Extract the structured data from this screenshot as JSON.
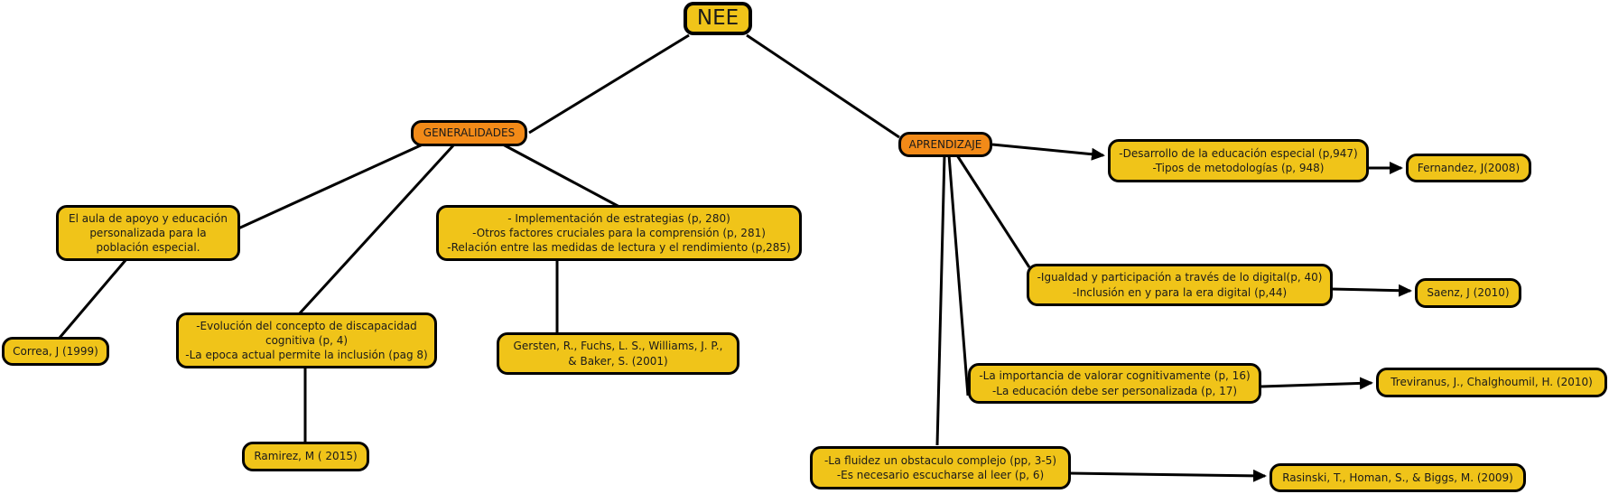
{
  "colors": {
    "node_fill_yellow": "#F0C419",
    "node_fill_orange": "#F28A18",
    "connector": "#000000",
    "background": "#FFFFFF"
  },
  "nodes": {
    "nee": {
      "label": "NEE",
      "type": "root"
    },
    "generalidades": {
      "label": "GENERALIDADES",
      "type": "topic"
    },
    "aprendizaje": {
      "label": "APRENDIZAJE",
      "type": "topic"
    },
    "aula": {
      "label": "El aula de apoyo y educación\npersonalizada para la\npoblación especial.",
      "type": "concept"
    },
    "correa": {
      "label": "Correa, J (1999)",
      "type": "reference"
    },
    "evolucion": {
      "label": "-Evolución del concepto de discapacidad\ncognitiva (p, 4)\n-La epoca actual permite la inclusión (pag 8)",
      "type": "concept"
    },
    "ramirez": {
      "label": "Ramirez, M ( 2015)",
      "type": "reference"
    },
    "implementacion": {
      "label": "- Implementación de estrategias (p, 280)\n-Otros factores cruciales para la comprensión (p, 281)\n-Relación entre las medidas de lectura y el rendimiento (p,285)",
      "type": "concept"
    },
    "gersten": {
      "label": "Gersten, R., Fuchs, L. S., Williams, J. P.,\n& Baker, S. (2001)",
      "type": "reference"
    },
    "desarrollo": {
      "label": "-Desarrollo de la educación especial (p,947)\n-Tipos de metodologías (p, 948)",
      "type": "concept"
    },
    "fernandez": {
      "label": "Fernandez, J(2008)",
      "type": "reference"
    },
    "igualdad": {
      "label": "-Igualdad y participación a través de lo digital(p, 40)\n-Inclusión en y para la era digital (p,44)",
      "type": "concept"
    },
    "saenz": {
      "label": "Saenz, J (2010)",
      "type": "reference"
    },
    "importancia": {
      "label": "-La importancia de valorar cognitivamente (p, 16)\n-La educación debe ser personalizada (p, 17)",
      "type": "concept"
    },
    "treviranus": {
      "label": "Treviranus, J., Chalghoumil, H. (2010)",
      "type": "reference"
    },
    "fluidez": {
      "label": "-La fluidez un obstaculo complejo (pp, 3-5)\n-Es necesario escucharse al leer (p, 6)",
      "type": "concept"
    },
    "rasinski": {
      "label": "Rasinski, T., Homan, S., & Biggs, M. (2009)",
      "type": "reference"
    }
  },
  "connections": [
    {
      "from": "nee",
      "to": "generalidades",
      "arrow": false
    },
    {
      "from": "nee",
      "to": "aprendizaje",
      "arrow": false
    },
    {
      "from": "generalidades",
      "to": "aula",
      "arrow": false
    },
    {
      "from": "generalidades",
      "to": "evolucion",
      "arrow": false
    },
    {
      "from": "generalidades",
      "to": "implementacion",
      "arrow": false
    },
    {
      "from": "aula",
      "to": "correa",
      "arrow": false
    },
    {
      "from": "evolucion",
      "to": "ramirez",
      "arrow": false
    },
    {
      "from": "implementacion",
      "to": "gersten",
      "arrow": false
    },
    {
      "from": "aprendizaje",
      "to": "desarrollo",
      "arrow": true
    },
    {
      "from": "desarrollo",
      "to": "fernandez",
      "arrow": true
    },
    {
      "from": "aprendizaje",
      "to": "igualdad",
      "arrow": false
    },
    {
      "from": "igualdad",
      "to": "saenz",
      "arrow": true
    },
    {
      "from": "aprendizaje",
      "to": "importancia",
      "arrow": false
    },
    {
      "from": "importancia",
      "to": "treviranus",
      "arrow": true
    },
    {
      "from": "aprendizaje",
      "to": "fluidez",
      "arrow": false
    },
    {
      "from": "fluidez",
      "to": "rasinski",
      "arrow": true
    }
  ]
}
